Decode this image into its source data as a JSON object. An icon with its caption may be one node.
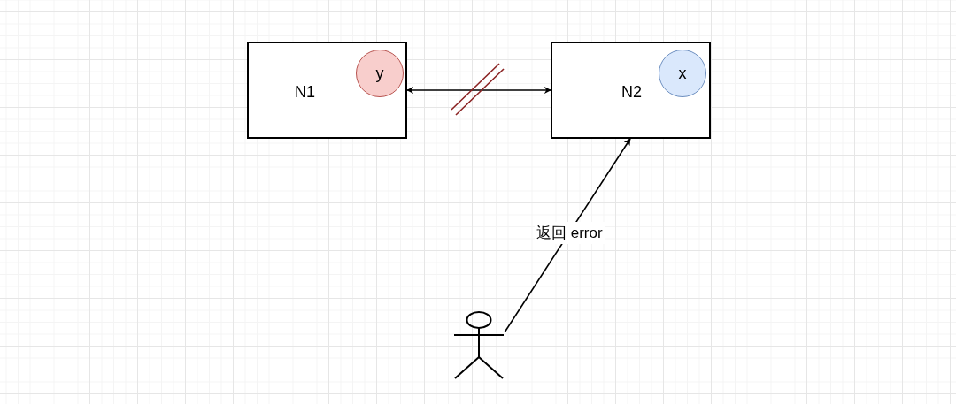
{
  "diagram": {
    "nodes": [
      {
        "text": [
          "N1"
        ]
      },
      {
        "text": [
          "y"
        ],
        "in": 0
      },
      {
        "text": [
          "N2"
        ]
      },
      {
        "text": [
          "x"
        ],
        "in": 2
      },
      {
        "text": [],
        "shape": "person"
      }
    ],
    "edges": [
      {
        "from": 0,
        "to": 2,
        "arrow": "both"
      },
      {
        "from": 4,
        "to": 2,
        "arrow": "to",
        "label": "返回 error"
      }
    ]
  }
}
